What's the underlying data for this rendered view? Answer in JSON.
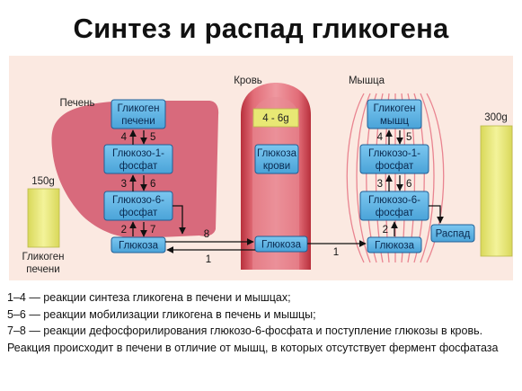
{
  "title": "Синтез и распад гликогена",
  "labels": {
    "liver": "Печень",
    "blood": "Кровь",
    "muscle": "Мышца",
    "liver_amount": "150g",
    "muscle_amount": "300g",
    "blood_amount": "4 - 6g",
    "liver_glycogen_line1": "Гликоген",
    "liver_glycogen_line2": "печени"
  },
  "boxes": {
    "liver_glycogen": [
      "Гликоген",
      "печени"
    ],
    "liver_g1p": [
      "Глюкозо-1-",
      "фосфат"
    ],
    "liver_g6p": [
      "Глюкозо-6-",
      "фосфат"
    ],
    "liver_glucose": [
      "Глюкоза"
    ],
    "blood_glucose": [
      "Глюкоза",
      "крови"
    ],
    "blood_glucose_bottom": [
      "Глюкоза"
    ],
    "muscle_glycogen": [
      "Гликоген",
      "мышц"
    ],
    "muscle_g1p": [
      "Глюкозо-1-",
      "фосфат"
    ],
    "muscle_g6p": [
      "Глюкозо-6-",
      "фосфат"
    ],
    "muscle_glucose": [
      "Глюкоза"
    ],
    "decay": [
      "Распад"
    ]
  },
  "numbers": {
    "n4": "4",
    "n5": "5",
    "n3": "3",
    "n6": "6",
    "n2": "2",
    "n7": "7",
    "n8": "8",
    "n1": "1"
  },
  "notes": [
    "1–4 — реакции синтеза гликогена в печени и мышцах;",
    "5–6 — реакции мобилизации гликогена в печень и мышцы;",
    "7–8 — реакции дефосфорилирования глюкозо-6-фосфата и поступление глюкозы в кровь. Реакция происходит в печени в отличие от мышц, в которых отсутствует фермент фосфатаза"
  ],
  "colors": {
    "panel_bg": "#fbe9e1",
    "liver": "#d86a7c",
    "blood_vessel": "#cc3f4c",
    "blood_inner": "#e0707a",
    "muscle_fiber": "#e87a88",
    "box_fill": "#5ab3e4",
    "box_stroke": "#1f5f96",
    "bar_fill": "#e8e874"
  }
}
